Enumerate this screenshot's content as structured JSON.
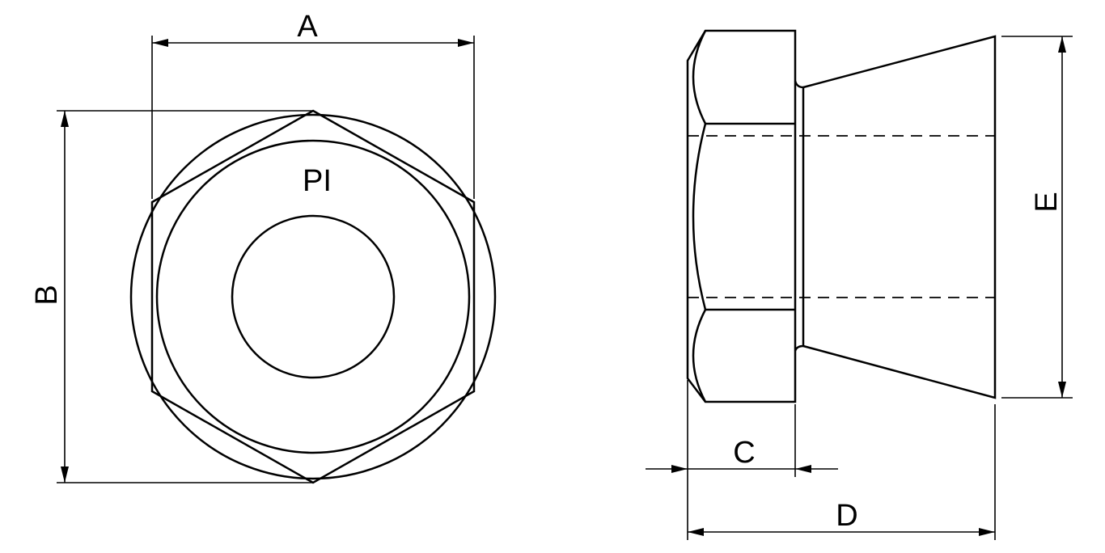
{
  "labels": {
    "a": "A",
    "b": "B",
    "c": "C",
    "d": "D",
    "e": "E",
    "pi": "PI"
  },
  "colors": {
    "line": "#000000",
    "background": "#ffffff"
  }
}
